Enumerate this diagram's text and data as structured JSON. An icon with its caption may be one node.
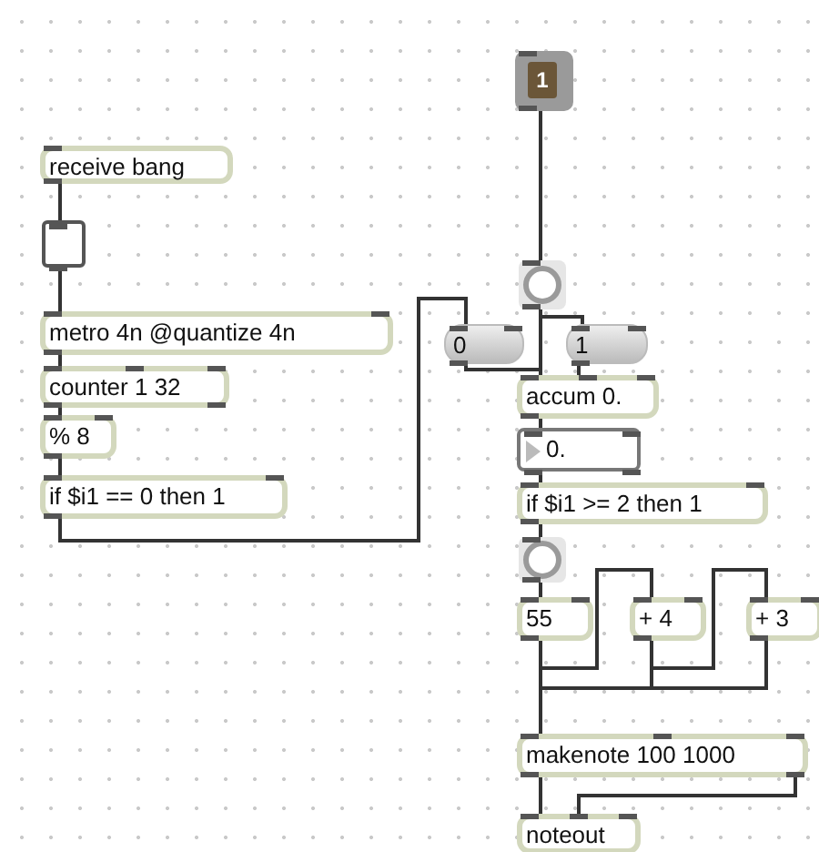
{
  "diagram": {
    "nodes": [
      {
        "text": [
          "receive bang"
        ]
      },
      {
        "text": [],
        "shape": "box"
      },
      {
        "text": [
          "metro 4n @quantize 4n"
        ]
      },
      {
        "text": [
          "counter 1 32"
        ]
      },
      {
        "text": [
          "% 8"
        ]
      },
      {
        "text": [
          "if $i1 == 0 then 1"
        ]
      },
      {
        "text": [
          "1"
        ]
      },
      {
        "text": [],
        "shape": "circle"
      },
      {
        "text": [
          "0"
        ]
      },
      {
        "text": [
          "1"
        ]
      },
      {
        "text": [
          "accum 0."
        ]
      },
      {
        "text": [
          "0."
        ]
      },
      {
        "text": [
          "if $i1 >= 2 then 1"
        ]
      },
      {
        "text": [],
        "shape": "circle"
      },
      {
        "text": [
          "55"
        ]
      },
      {
        "text": [
          "+ 4"
        ]
      },
      {
        "text": [
          "+ 3"
        ]
      },
      {
        "text": [
          "makenote 100 1000"
        ]
      },
      {
        "text": [
          "noteout"
        ]
      }
    ],
    "edges": [
      {
        "from": 0,
        "to": 1,
        "arrow": "none"
      },
      {
        "from": 1,
        "to": 2,
        "arrow": "none"
      },
      {
        "from": 2,
        "to": 3,
        "arrow": "none"
      },
      {
        "from": 3,
        "to": 4,
        "arrow": "none"
      },
      {
        "from": 4,
        "to": 5,
        "arrow": "none"
      },
      {
        "from": 5,
        "to": 8,
        "arrow": "none"
      },
      {
        "from": 6,
        "to": 7,
        "arrow": "none"
      },
      {
        "from": 7,
        "to": 10,
        "arrow": "none"
      },
      {
        "from": 7,
        "to": 9,
        "arrow": "none"
      },
      {
        "from": 8,
        "to": 10,
        "arrow": "none"
      },
      {
        "from": 9,
        "to": 10,
        "arrow": "none"
      },
      {
        "from": 10,
        "to": 11,
        "arrow": "none"
      },
      {
        "from": 11,
        "to": 12,
        "arrow": "none"
      },
      {
        "from": 12,
        "to": 13,
        "arrow": "none"
      },
      {
        "from": 13,
        "to": 14,
        "arrow": "none"
      },
      {
        "from": 14,
        "to": 15,
        "arrow": "none"
      },
      {
        "from": 15,
        "to": 16,
        "arrow": "none"
      },
      {
        "from": 14,
        "to": 17,
        "arrow": "none"
      },
      {
        "from": 15,
        "to": 17,
        "arrow": "none"
      },
      {
        "from": 16,
        "to": 17,
        "arrow": "none"
      },
      {
        "from": 17,
        "to": 18,
        "arrow": "none"
      },
      {
        "from": 17,
        "to": 18,
        "arrow": "none"
      }
    ]
  }
}
